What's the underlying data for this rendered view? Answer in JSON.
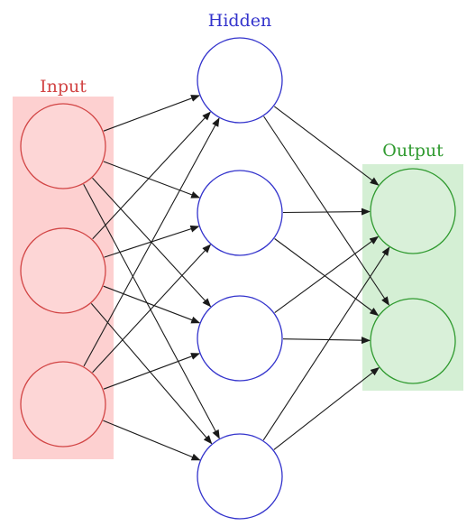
{
  "layers": {
    "input": {
      "label": "Input",
      "node_count": 3,
      "color": "#d24545",
      "fill": "#fdd6d6",
      "band": "#fdd0d0"
    },
    "hidden": {
      "label": "Hidden",
      "node_count": 4,
      "color": "#3333cc",
      "fill": "#ffffff"
    },
    "output": {
      "label": "Output",
      "node_count": 2,
      "color": "#2f9a2f",
      "fill": "#d9f0d9",
      "band": "#d4efd4"
    }
  },
  "connections": "fully-connected",
  "edge_color": "#1a1a1a"
}
